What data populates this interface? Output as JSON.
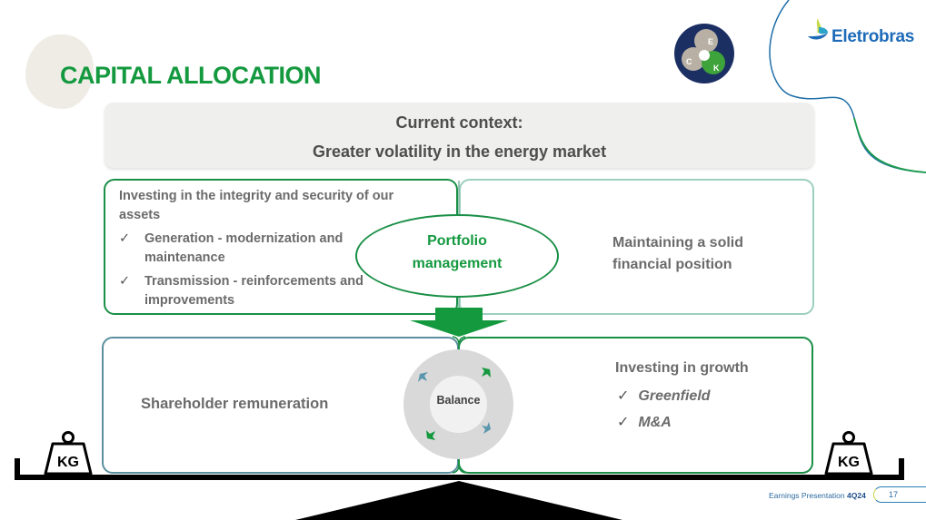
{
  "slide": {
    "title": "CAPITAL ALLOCATION",
    "brand": {
      "name": "Eletrobras",
      "badge_letters": [
        "E",
        "C",
        "K"
      ]
    },
    "context": {
      "line1": "Current context:",
      "line2": "Greater volatility in the energy market"
    },
    "quadrants": {
      "top_left": {
        "heading": "Investing in the integrity and security of our assets",
        "items": [
          "Generation - modernization and maintenance",
          "Transmission - reinforcements and improvements"
        ]
      },
      "top_right": {
        "text_line1": "Maintaining a solid",
        "text_line2": "financial position"
      },
      "bottom_left": {
        "text": "Shareholder remuneration"
      },
      "bottom_right": {
        "heading": "Investing in growth",
        "items": [
          "Greenfield",
          "M&A"
        ]
      }
    },
    "center_ellipse": {
      "line1": "Portfolio",
      "line2": "management"
    },
    "center_cycle": {
      "label": "Balance"
    },
    "scale": {
      "left_weight": "KG",
      "right_weight": "KG"
    },
    "check_glyph": "✓",
    "footer": {
      "label": "Earnings Presentation",
      "period": "4Q24",
      "page": "17"
    },
    "colors": {
      "primary_green": "#14993f",
      "dark_green": "#1a8f46",
      "text_gray": "#6b6b6b",
      "brand_blue": "#1e6bb8",
      "teal": "#5a8fa0"
    }
  }
}
